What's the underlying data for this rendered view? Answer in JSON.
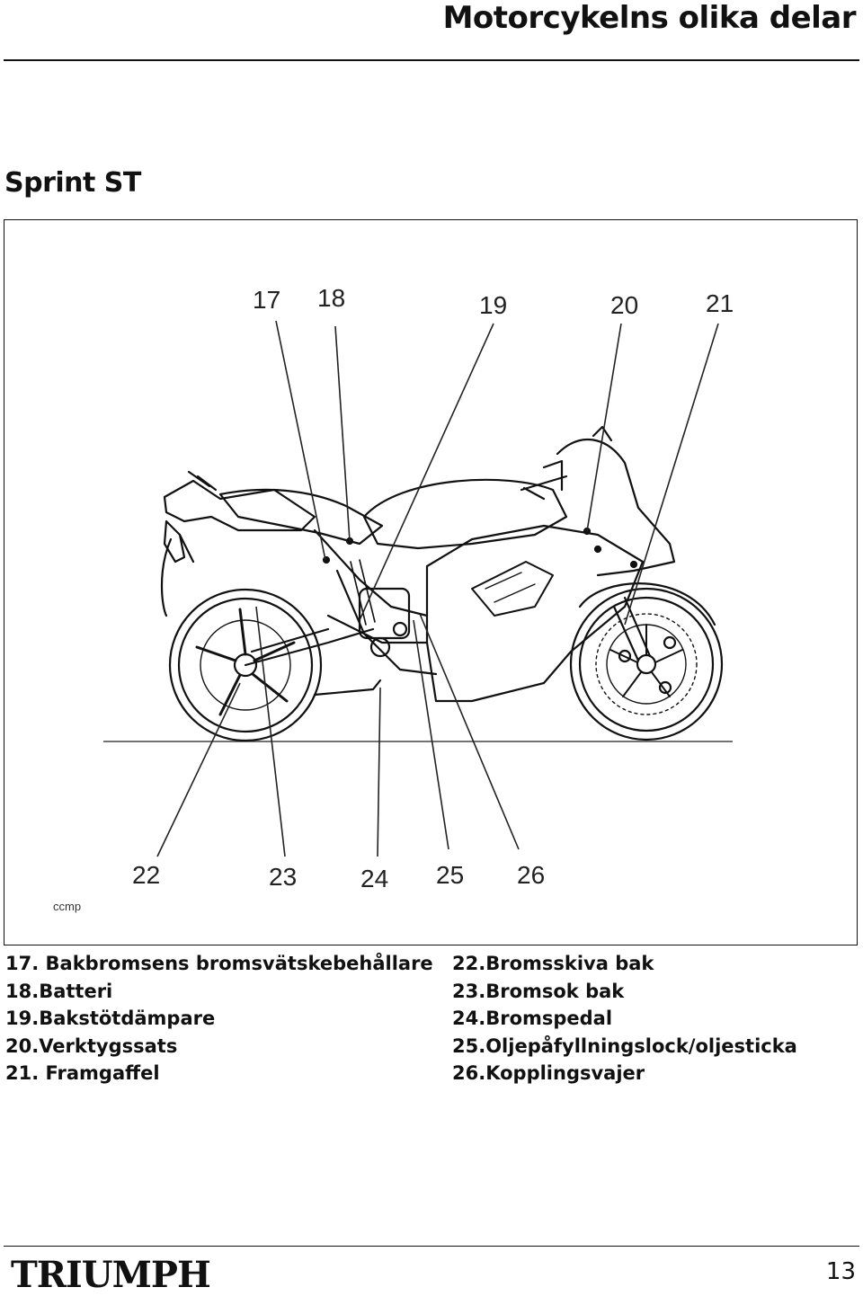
{
  "header": {
    "title": "Motorcykelns olika delar"
  },
  "section": {
    "title": "Sprint ST"
  },
  "figure": {
    "callouts_top": [
      "17",
      "18",
      "19",
      "20",
      "21"
    ],
    "callouts_bottom": [
      "22",
      "23",
      "24",
      "25",
      "26"
    ],
    "figure_code": "ccmp"
  },
  "legend": {
    "left": [
      {
        "num": "17.",
        "label": "Bakbromsens bromsvätskebehållare"
      },
      {
        "num": "18.",
        "label": "Batteri"
      },
      {
        "num": "19.",
        "label": "Bakstötdämpare"
      },
      {
        "num": "20.",
        "label": "Verktygssats"
      },
      {
        "num": "21.",
        "label": "Framgaffel"
      }
    ],
    "right": [
      {
        "num": "22.",
        "label": "Bromsskiva bak"
      },
      {
        "num": "23.",
        "label": "Bromsok bak"
      },
      {
        "num": "24.",
        "label": "Bromspedal"
      },
      {
        "num": "25.",
        "label": "Oljepåfyllningslock/oljesticka"
      },
      {
        "num": "26.",
        "label": "Kopplingsvajer"
      }
    ]
  },
  "footer": {
    "brand": "TRIUMPH",
    "page_number": "13"
  }
}
